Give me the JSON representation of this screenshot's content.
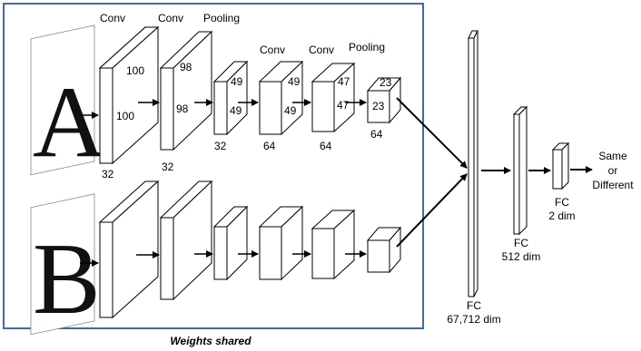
{
  "colors": {
    "frame": "#3a6ab8",
    "stroke": "#000000",
    "box_front": "#ffffff",
    "box_side": "#ffffff"
  },
  "inputs": {
    "top_letter": "A",
    "bottom_letter": "B"
  },
  "layers": [
    {
      "type": "Conv",
      "height": "100",
      "width": "100",
      "channels": "32"
    },
    {
      "type": "Conv",
      "height": "98",
      "width": "98",
      "channels": "32"
    },
    {
      "type": "Pooling",
      "height": "49",
      "width": "49",
      "channels": "32"
    },
    {
      "type": "Conv",
      "height": "49",
      "width": "49",
      "channels": "64"
    },
    {
      "type": "Conv",
      "height": "47",
      "width": "47",
      "channels": "64"
    },
    {
      "type": "Pooling",
      "height": "23",
      "width": "23",
      "channels": "64"
    }
  ],
  "fc_layers": [
    {
      "label": "FC",
      "dim": "67,712 dim"
    },
    {
      "label": "FC",
      "dim": "512 dim"
    },
    {
      "label": "FC",
      "dim": "2 dim"
    }
  ],
  "output": {
    "line1": "Same",
    "line2": "or",
    "line3": "Different"
  },
  "footer": "Weights shared"
}
